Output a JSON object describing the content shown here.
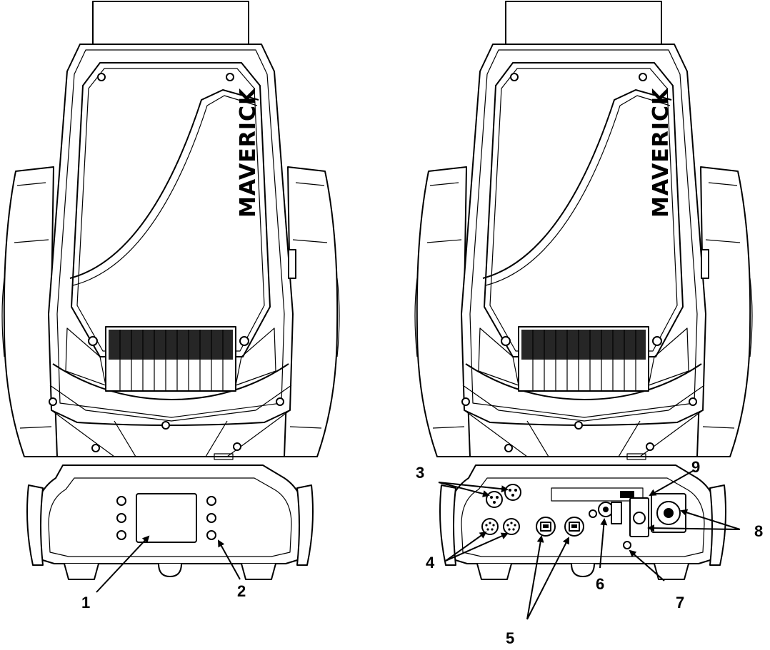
{
  "brand_text": "MAVERICK",
  "front_view": {
    "callouts": [
      {
        "id": "1",
        "label": "1"
      },
      {
        "id": "2",
        "label": "2"
      }
    ]
  },
  "rear_view": {
    "callouts": [
      {
        "id": "3",
        "label": "3"
      },
      {
        "id": "4",
        "label": "4"
      },
      {
        "id": "5",
        "label": "5"
      },
      {
        "id": "6",
        "label": "6"
      },
      {
        "id": "7",
        "label": "7"
      },
      {
        "id": "8",
        "label": "8"
      },
      {
        "id": "9",
        "label": "9"
      }
    ]
  },
  "colors": {
    "line": "#000000",
    "background": "#ffffff"
  }
}
